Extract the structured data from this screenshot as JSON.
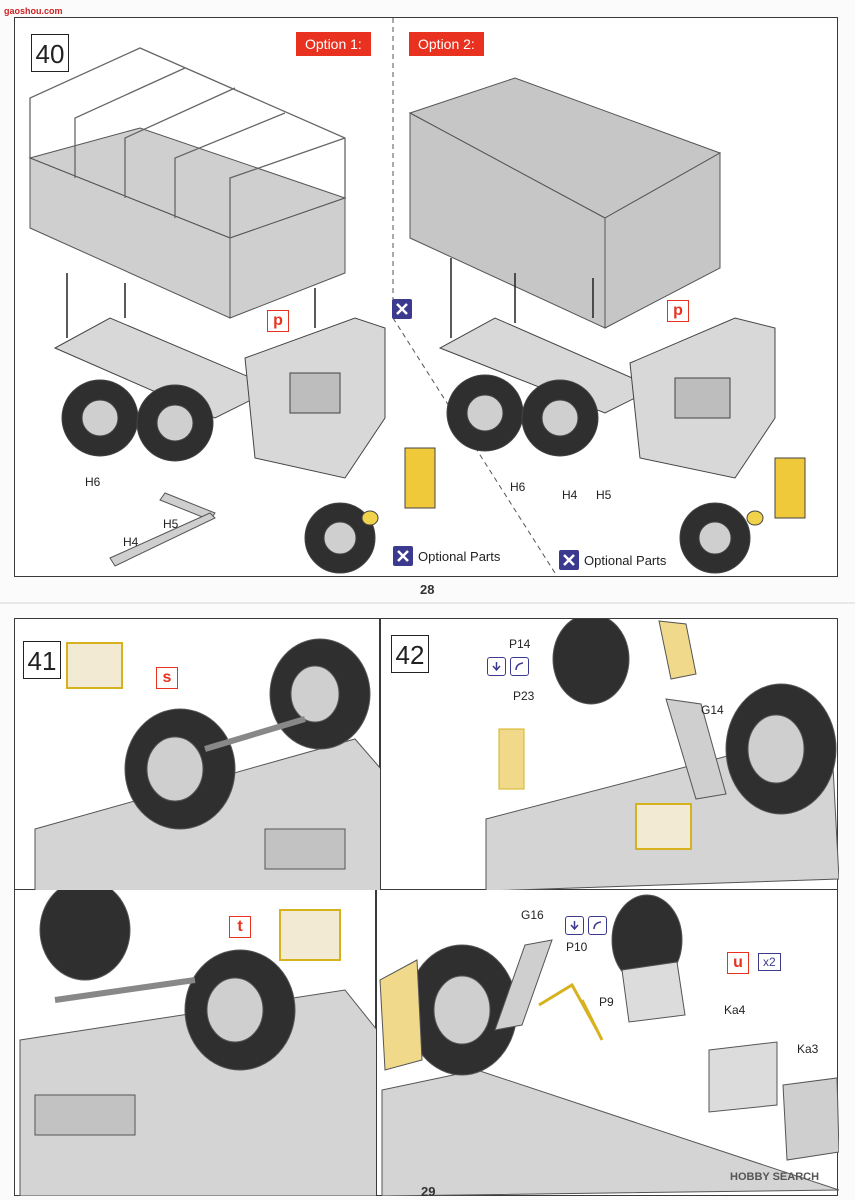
{
  "watermark_top": "gaoshou.com",
  "page28": {
    "step": "40",
    "option1": "Option 1:",
    "option2": "Option 2:",
    "ref_p": "p",
    "parts_left": [
      "H6",
      "H5",
      "H4"
    ],
    "parts_right": [
      "H6",
      "H4",
      "H5"
    ],
    "optional_parts": "Optional Parts",
    "page_number": "28"
  },
  "page29": {
    "step41": "41",
    "step42": "42",
    "ref_s": "s",
    "ref_t": "t",
    "ref_u": "u",
    "x2": "x2",
    "parts_42_top": [
      "P14",
      "P23",
      "G14"
    ],
    "parts_42_bottom": [
      "G16",
      "P10",
      "P9",
      "Ka4",
      "Ka3"
    ],
    "page_number": "29"
  },
  "watermark_bottom": "HOBBY SEARCH"
}
